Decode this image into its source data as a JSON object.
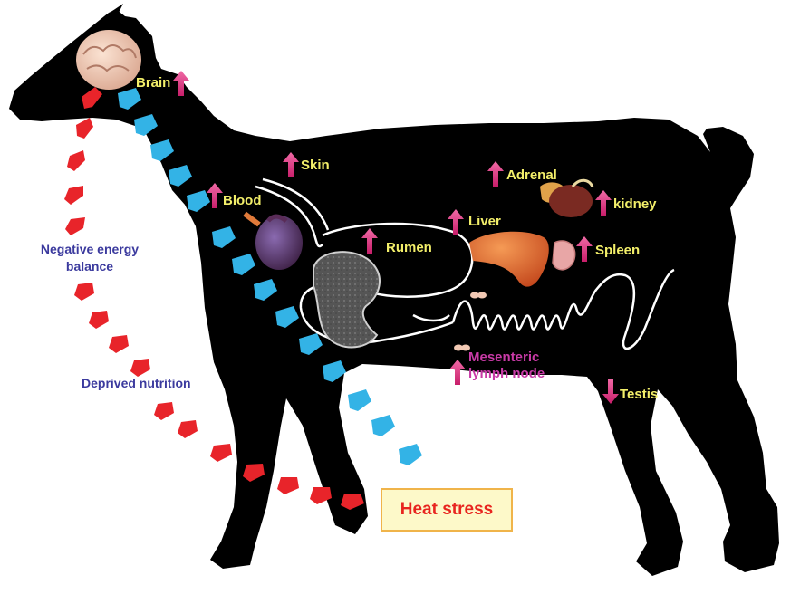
{
  "organs": {
    "brain": {
      "label": "Brain",
      "direction": "up"
    },
    "skin": {
      "label": "Skin",
      "direction": "up"
    },
    "blood": {
      "label": "Blood",
      "direction": "up"
    },
    "adrenal": {
      "label": "Adrenal",
      "direction": "up"
    },
    "kidney": {
      "label": "kidney",
      "direction": "up"
    },
    "liver": {
      "label": "Liver",
      "direction": "up"
    },
    "rumen": {
      "label": "Rumen",
      "direction": "up"
    },
    "spleen": {
      "label": "Spleen",
      "direction": "up"
    },
    "mesenteric_lymph_node": {
      "label_line1": "Mesenteric",
      "label_line2": "lymph node",
      "direction": "up"
    },
    "testis": {
      "label": "Testis",
      "direction": "down"
    }
  },
  "pathway_labels": {
    "negative_energy_line1": "Negative energy",
    "negative_energy_line2": "balance",
    "deprived_nutrition": "Deprived nutrition"
  },
  "source": {
    "label": "Heat stress"
  },
  "colors": {
    "organ_label": "#f3ef6a",
    "change_arrow": "#e8317e",
    "nutrition_path": "#e8242a",
    "heat_path": "#33b3e6",
    "pathway_text": "#3b3a9e",
    "heat_text": "#e8251f",
    "heat_box_fill": "#fdf9c9",
    "heat_box_border": "#f0b44a",
    "silhouette": "#000000"
  }
}
